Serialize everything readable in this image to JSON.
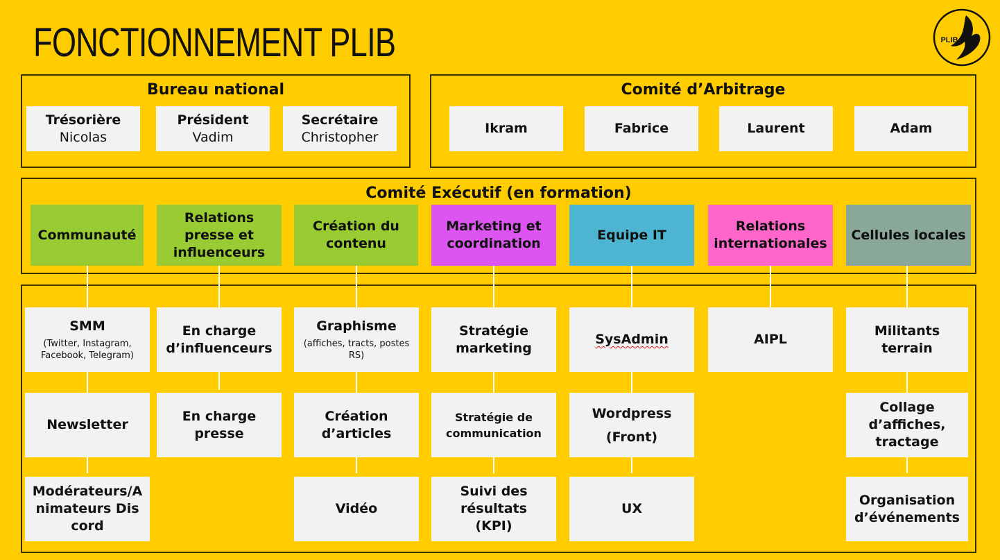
{
  "title": "FONCTIONNEMENT PLIB",
  "logo_text": "PLIB",
  "colors": {
    "background": "#ffcc00",
    "green": "#99cc33",
    "magenta": "#dd55f0",
    "cyan": "#4db5d1",
    "pink": "#ff66cc",
    "grey_green": "#8aa89a",
    "box": "#f2f2f2"
  },
  "bureau": {
    "title": "Bureau national",
    "members": [
      {
        "role": "Trésorière",
        "name": "Nicolas"
      },
      {
        "role": "Président",
        "name": "Vadim"
      },
      {
        "role": "Secrétaire",
        "name": "Christopher"
      }
    ]
  },
  "arbitrage": {
    "title": "Comité d’Arbitrage",
    "members": [
      "Ikram",
      "Fabrice",
      "Laurent",
      "Adam"
    ]
  },
  "executif": {
    "title": "Comité Exécutif (en formation)",
    "categories": [
      {
        "label": "Communauté",
        "color": "#99cc33"
      },
      {
        "label": "Relations presse et influenceurs",
        "color": "#99cc33"
      },
      {
        "label": "Création du contenu",
        "color": "#99cc33"
      },
      {
        "label": "Marketing et coordination",
        "color": "#dd55f0"
      },
      {
        "label": "Equipe IT",
        "color": "#4db5d1"
      },
      {
        "label": "Relations internationales",
        "color": "#ff66cc"
      },
      {
        "label": "Cellules locales",
        "color": "#8aa89a"
      }
    ]
  },
  "tasks": {
    "communaute": [
      {
        "main": "SMM",
        "sub": "(Twitter, Instagram, Facebook, Telegram)"
      },
      {
        "main": "Newsletter"
      },
      {
        "main": "Modérateurs/Animateurs Discord"
      }
    ],
    "presse": [
      {
        "main": "En charge d’influenceurs"
      },
      {
        "main": "En charge presse"
      }
    ],
    "contenu": [
      {
        "main": "Graphisme",
        "sub": "(affiches, tracts, postes RS)"
      },
      {
        "main": "Création d’articles"
      },
      {
        "main": "Vidéo"
      }
    ],
    "marketing": [
      {
        "main": "Stratégie marketing"
      },
      {
        "main": "Stratégie de communication"
      },
      {
        "main": "Suivi des résultats (KPI)"
      }
    ],
    "it": [
      {
        "main": "SysAdmin"
      },
      {
        "main": "Wordpress (Front)"
      },
      {
        "main": "UX"
      }
    ],
    "international": [
      {
        "main": "AIPL"
      }
    ],
    "cellules": [
      {
        "main": "Militants terrain"
      },
      {
        "main": "Collage d’affiches, tractage"
      },
      {
        "main": "Organisation d’événements"
      }
    ]
  }
}
